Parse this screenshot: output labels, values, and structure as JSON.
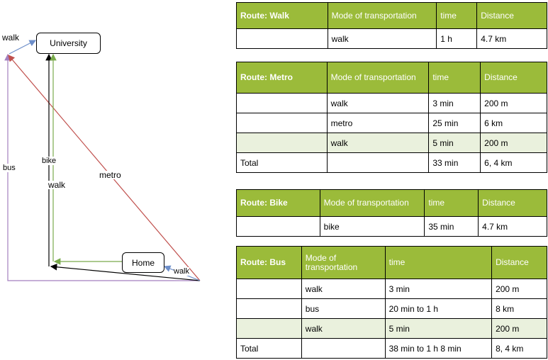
{
  "diagram": {
    "nodes": {
      "university": "University",
      "home": "Home"
    },
    "edge_labels": {
      "walk_top": "walk",
      "bus": "bus",
      "bike": "bike",
      "walk_mid": "walk",
      "metro": "metro",
      "walk_bottom": "walk"
    },
    "colors": {
      "walk": "#6d8ec9",
      "bus": "#a37fbf",
      "bike": "#000000",
      "walk_green": "#7aab4c",
      "metro": "#c0504d"
    }
  },
  "columns": {
    "mode": "Mode of transportation",
    "time": "time",
    "distance": "Distance"
  },
  "tables": {
    "walk": {
      "title": "Route: Walk",
      "rows": [
        {
          "first": "",
          "mode": "walk",
          "time": "1 h",
          "distance": "4.7 km"
        }
      ]
    },
    "metro": {
      "title": "Route: Metro",
      "rows": [
        {
          "first": "",
          "mode": "walk",
          "time": "3 min",
          "distance": "200 m"
        },
        {
          "first": "",
          "mode": "metro",
          "time": "25 min",
          "distance": "6 km"
        },
        {
          "first": "",
          "mode": "walk",
          "time": "5 min",
          "distance": "200 m"
        },
        {
          "first": "Total",
          "mode": "",
          "time": "33 min",
          "distance": "6, 4 km"
        }
      ]
    },
    "bike": {
      "title": "Route: Bike",
      "rows": [
        {
          "first": "",
          "mode": "bike",
          "time": "35 min",
          "distance": "4.7 km"
        }
      ]
    },
    "bus": {
      "title": "Route: Bus",
      "rows": [
        {
          "first": "",
          "mode": "walk",
          "time": "3 min",
          "distance": "200 m"
        },
        {
          "first": "",
          "mode": "bus",
          "time": "20 min to 1 h",
          "distance": "8 km"
        },
        {
          "first": "",
          "mode": "walk",
          "time": "5 min",
          "distance": "200 m"
        },
        {
          "first": "Total",
          "mode": "",
          "time": "38 min to 1 h 8 min",
          "distance": "8, 4 km"
        }
      ]
    }
  }
}
